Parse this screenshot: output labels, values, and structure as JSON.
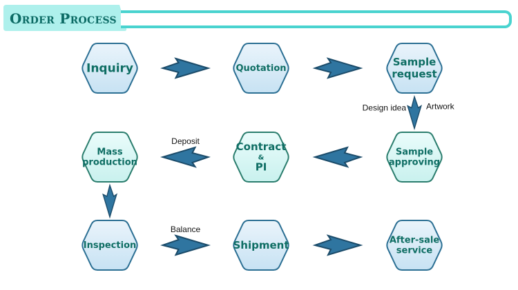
{
  "header": {
    "title": "Order Process",
    "accent_color": "#49d3cf",
    "tab_color": "#aef0ec",
    "title_color": "#0c6b65"
  },
  "colors": {
    "text": "#0f6e64",
    "arrow_fill": "#2f75a0",
    "arrow_stroke": "#1b4b69",
    "blue_border": "#2b6f93",
    "green_border": "#2a7d6d"
  },
  "nodes": [
    {
      "id": "inquiry",
      "lines": [
        "Inquiry"
      ],
      "style": "blue",
      "row": 0,
      "col": 0,
      "size": "large"
    },
    {
      "id": "quotation",
      "lines": [
        "Quotation"
      ],
      "style": "blue",
      "row": 0,
      "col": 1,
      "size": "small"
    },
    {
      "id": "sample-request",
      "lines": [
        "Sample",
        "request"
      ],
      "style": "blue",
      "row": 0,
      "col": 2,
      "size": "medium"
    },
    {
      "id": "mass-production",
      "lines": [
        "Mass",
        "production"
      ],
      "style": "green",
      "row": 1,
      "col": 0,
      "size": "small"
    },
    {
      "id": "contract-pi",
      "lines": [
        "Contract",
        "&",
        "PI"
      ],
      "style": "green",
      "row": 1,
      "col": 1,
      "size": "medium"
    },
    {
      "id": "sample-approving",
      "lines": [
        "Sample",
        "approving"
      ],
      "style": "green",
      "row": 1,
      "col": 2,
      "size": "small"
    },
    {
      "id": "inspection",
      "lines": [
        "Inspection"
      ],
      "style": "blue",
      "row": 2,
      "col": 0,
      "size": "small"
    },
    {
      "id": "shipment",
      "lines": [
        "Shipment"
      ],
      "style": "blue",
      "row": 2,
      "col": 1,
      "size": "medium"
    },
    {
      "id": "after-sale-service",
      "lines": [
        "After-sale",
        "service"
      ],
      "style": "blue",
      "row": 2,
      "col": 2,
      "size": "small"
    }
  ],
  "edges": [
    {
      "from": "inquiry",
      "to": "quotation",
      "direction": "right",
      "label": ""
    },
    {
      "from": "quotation",
      "to": "sample-request",
      "direction": "right",
      "label": ""
    },
    {
      "from": "sample-request",
      "to": "sample-approving",
      "direction": "down",
      "label_left": "Design idea",
      "label_right": "Artwork"
    },
    {
      "from": "sample-approving",
      "to": "contract-pi",
      "direction": "left",
      "label": ""
    },
    {
      "from": "contract-pi",
      "to": "mass-production",
      "direction": "left",
      "label": "Deposit"
    },
    {
      "from": "mass-production",
      "to": "inspection",
      "direction": "down",
      "label": ""
    },
    {
      "from": "inspection",
      "to": "shipment",
      "direction": "right",
      "label": "Balance"
    },
    {
      "from": "shipment",
      "to": "after-sale-service",
      "direction": "right",
      "label": ""
    }
  ]
}
